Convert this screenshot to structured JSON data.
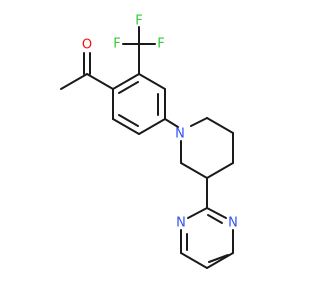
{
  "atoms": {
    "oxygen": {
      "label": "O",
      "color": "#ff0d0d"
    },
    "fluorine_top_left": {
      "label": "F",
      "color": "#33cc33"
    },
    "fluorine_top_right": {
      "label": "F",
      "color": "#33cc33"
    },
    "fluorine_bottom": {
      "label": "F",
      "color": "#33cc33"
    },
    "nitrogen_piperidine": {
      "label": "N",
      "color": "#3050f8"
    },
    "nitrogen_pyrimidine_right": {
      "label": "N",
      "color": "#3050f8"
    },
    "nitrogen_pyrimidine_left": {
      "label": "N",
      "color": "#3050f8"
    }
  },
  "colors": {
    "bond": "#1a1a1a",
    "background": "#ffffff"
  }
}
